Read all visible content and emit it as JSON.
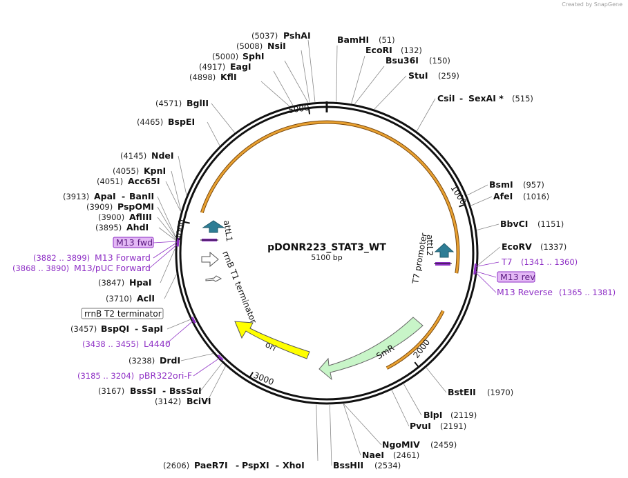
{
  "credit": "Created by SnapGene",
  "plasmid": {
    "name": "pDONR223_STAT3_WT",
    "length_label": "5100 bp"
  },
  "ticks": [
    {
      "label": "1000",
      "bp": 1000
    },
    {
      "label": "2000",
      "bp": 2000
    },
    {
      "label": "3000",
      "bp": 3000
    },
    {
      "label": "4000",
      "bp": 4000
    },
    {
      "label": "5000",
      "bp": 5000
    }
  ],
  "sites": [
    {
      "pos": "(51)",
      "name": "BamHI",
      "bp": 51
    },
    {
      "pos": "(132)",
      "name": "EcoRI",
      "bp": 132
    },
    {
      "pos": "(150)",
      "name": "Bsu36I",
      "bp": 150
    },
    {
      "pos": "(259)",
      "name": "StuI",
      "bp": 259
    },
    {
      "pos": "(515)",
      "name": "CsiI",
      "name2": "SexAI *",
      "bp": 515
    },
    {
      "pos": "(957)",
      "name": "BsmI",
      "bp": 957
    },
    {
      "pos": "(1016)",
      "name": "AfeI",
      "bp": 1016
    },
    {
      "pos": "(1151)",
      "name": "BbvCI",
      "bp": 1151
    },
    {
      "pos": "(1337)",
      "name": "EcoRV",
      "bp": 1337
    },
    {
      "pos": "(1970)",
      "name": "BstEII",
      "bp": 1970
    },
    {
      "pos": "(2119)",
      "name": "BlpI",
      "bp": 2119
    },
    {
      "pos": "(2191)",
      "name": "PvuI",
      "bp": 2191
    },
    {
      "pos": "(2459)",
      "name": "NgoMIV",
      "bp": 2459
    },
    {
      "pos": "(2461)",
      "name": "NaeI",
      "bp": 2461
    },
    {
      "pos": "(2534)",
      "name": "BssHII",
      "bp": 2534
    },
    {
      "pos": "(2606)",
      "name": "PaeR7I",
      "name2": "PspXI",
      "name3": "XhoI",
      "bp": 2606
    },
    {
      "pos": "(3142)",
      "name": "BciVI",
      "bp": 3142
    },
    {
      "pos": "(3167)",
      "name": "BssSI",
      "name2": "BssSαI",
      "bp": 3167
    },
    {
      "pos": "(3238)",
      "name": "DrdI",
      "bp": 3238
    },
    {
      "pos": "(3457)",
      "name": "BspQI",
      "name2": "SapI",
      "bp": 3457
    },
    {
      "pos": "(3710)",
      "name": "AclI",
      "bp": 3710
    },
    {
      "pos": "(3847)",
      "name": "HpaI",
      "bp": 3847
    },
    {
      "pos": "(3895)",
      "name": "AhdI",
      "bp": 3895
    },
    {
      "pos": "(3900)",
      "name": "AflIII",
      "bp": 3900
    },
    {
      "pos": "(3909)",
      "name": "PspOMI",
      "bp": 3909
    },
    {
      "pos": "(3913)",
      "name": "ApaI",
      "name2": "BanII",
      "bp": 3913
    },
    {
      "pos": "(4051)",
      "name": "Acc65I",
      "bp": 4051
    },
    {
      "pos": "(4055)",
      "name": "KpnI",
      "bp": 4055
    },
    {
      "pos": "(4145)",
      "name": "NdeI",
      "bp": 4145
    },
    {
      "pos": "(4465)",
      "name": "BspEI",
      "bp": 4465
    },
    {
      "pos": "(4571)",
      "name": "BglII",
      "bp": 4571
    },
    {
      "pos": "(4898)",
      "name": "KflI",
      "bp": 4898
    },
    {
      "pos": "(4917)",
      "name": "EagI",
      "bp": 4917
    },
    {
      "pos": "(5000)",
      "name": "SphI",
      "bp": 5000
    },
    {
      "pos": "(5008)",
      "name": "NsiI",
      "bp": 5008
    },
    {
      "pos": "(5037)",
      "name": "PshAI",
      "bp": 5037
    }
  ],
  "primers": [
    {
      "name": "T7",
      "range": "(1341 .. 1360)",
      "bp": 1350
    },
    {
      "name": "M13 rev",
      "bp": 1373
    },
    {
      "name": "M13 Reverse",
      "range": "(1365 .. 1381)",
      "bp": 1373
    },
    {
      "name": "M13 fwd",
      "bp": 3890
    },
    {
      "name": "M13 Forward",
      "range": "(3882 .. 3899)",
      "bp": 3890
    },
    {
      "name": "M13/pUC Forward",
      "range": "(3868 .. 3890)",
      "bp": 3879
    },
    {
      "name": "L4440",
      "range": "(3438 .. 3455)",
      "bp": 3446
    },
    {
      "name": "pBR322ori-F",
      "range": "(3185 .. 3204)",
      "bp": 3194
    }
  ],
  "features": [
    {
      "name": "SmR",
      "color": "#c8f5c8"
    },
    {
      "name": "ori",
      "color": "#ffff00"
    },
    {
      "name": "attL1",
      "color": "#2e7d95"
    },
    {
      "name": "attL2",
      "color": "#2e7d95"
    },
    {
      "name": "T7 promoter"
    },
    {
      "name": "rrnB T1 terminator"
    },
    {
      "name": "rrnB T2 terminator"
    }
  ],
  "colors": {
    "backbone": "#111111",
    "orf": "#e8a030",
    "primer": "#8e2fc5",
    "primer_box": "#e3b8f5"
  }
}
